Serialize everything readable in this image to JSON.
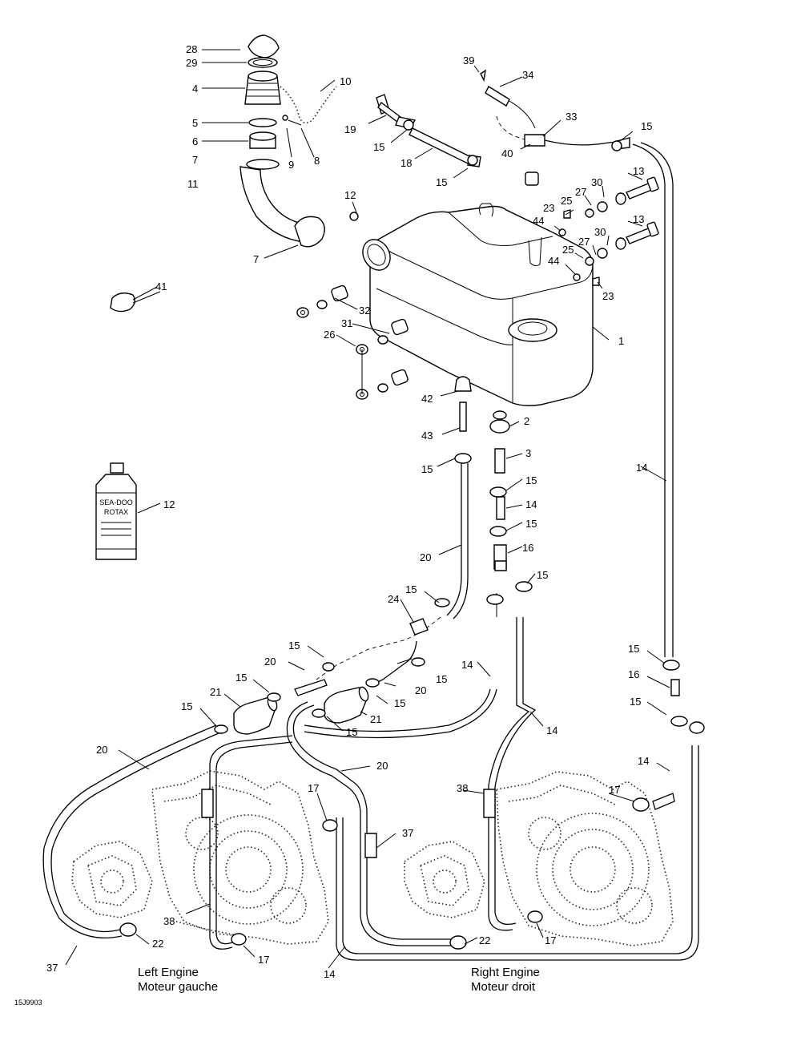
{
  "diagram": {
    "figure_ref": "15J9903",
    "engines": {
      "left": {
        "line1": "Left Engine",
        "line2": "Moteur gauche"
      },
      "right": {
        "line1": "Right Engine",
        "line2": "Moteur droit"
      }
    },
    "bottle": {
      "line1": "SEA-DOO",
      "line2": "ROTAX"
    },
    "callouts": [
      {
        "id": "c28",
        "text": "28"
      },
      {
        "id": "c29",
        "text": "29"
      },
      {
        "id": "c4",
        "text": "4"
      },
      {
        "id": "c10",
        "text": "10"
      },
      {
        "id": "c5",
        "text": "5"
      },
      {
        "id": "c6",
        "text": "6"
      },
      {
        "id": "c7a",
        "text": "7"
      },
      {
        "id": "c9",
        "text": "9"
      },
      {
        "id": "c8",
        "text": "8"
      },
      {
        "id": "c11",
        "text": "11"
      },
      {
        "id": "c7b",
        "text": "7"
      },
      {
        "id": "c12a",
        "text": "12"
      },
      {
        "id": "c41",
        "text": "41"
      },
      {
        "id": "c39",
        "text": "39"
      },
      {
        "id": "c34",
        "text": "34"
      },
      {
        "id": "c33",
        "text": "33"
      },
      {
        "id": "c15a",
        "text": "15"
      },
      {
        "id": "c19",
        "text": "19"
      },
      {
        "id": "c15b",
        "text": "15"
      },
      {
        "id": "c18",
        "text": "18"
      },
      {
        "id": "c15c",
        "text": "15"
      },
      {
        "id": "c40",
        "text": "40"
      },
      {
        "id": "c13a",
        "text": "13"
      },
      {
        "id": "c30a",
        "text": "30"
      },
      {
        "id": "c27a",
        "text": "27"
      },
      {
        "id": "c25a",
        "text": "25"
      },
      {
        "id": "c23a",
        "text": "23"
      },
      {
        "id": "c44a",
        "text": "44"
      },
      {
        "id": "c13b",
        "text": "13"
      },
      {
        "id": "c30b",
        "text": "30"
      },
      {
        "id": "c27b",
        "text": "27"
      },
      {
        "id": "c25b",
        "text": "25"
      },
      {
        "id": "c44b",
        "text": "44"
      },
      {
        "id": "c23b",
        "text": "23"
      },
      {
        "id": "c32",
        "text": "32"
      },
      {
        "id": "c31",
        "text": "31"
      },
      {
        "id": "c26",
        "text": "26"
      },
      {
        "id": "c1",
        "text": "1"
      },
      {
        "id": "c42",
        "text": "42"
      },
      {
        "id": "c43",
        "text": "43"
      },
      {
        "id": "c2",
        "text": "2"
      },
      {
        "id": "c3",
        "text": "3"
      },
      {
        "id": "c15d",
        "text": "15"
      },
      {
        "id": "c15e",
        "text": "15"
      },
      {
        "id": "c14a",
        "text": "14"
      },
      {
        "id": "c15f",
        "text": "15"
      },
      {
        "id": "c14b",
        "text": "14"
      },
      {
        "id": "c16a",
        "text": "16"
      },
      {
        "id": "c15g",
        "text": "15"
      },
      {
        "id": "c12b",
        "text": "12"
      },
      {
        "id": "c20a",
        "text": "20"
      },
      {
        "id": "c15h",
        "text": "15"
      },
      {
        "id": "c24",
        "text": "24"
      },
      {
        "id": "c15i",
        "text": "15"
      },
      {
        "id": "c20b",
        "text": "20"
      },
      {
        "id": "c15j",
        "text": "15"
      },
      {
        "id": "c14c",
        "text": "14"
      },
      {
        "id": "c15k",
        "text": "15"
      },
      {
        "id": "c20c",
        "text": "20"
      },
      {
        "id": "c21a",
        "text": "21"
      },
      {
        "id": "c15l",
        "text": "15"
      },
      {
        "id": "c15m",
        "text": "15"
      },
      {
        "id": "c21b",
        "text": "21"
      },
      {
        "id": "c15n",
        "text": "15"
      },
      {
        "id": "c14d",
        "text": "14"
      },
      {
        "id": "c15o",
        "text": "15"
      },
      {
        "id": "c16b",
        "text": "16"
      },
      {
        "id": "c15p",
        "text": "15"
      },
      {
        "id": "c20d",
        "text": "20"
      },
      {
        "id": "c20e",
        "text": "20"
      },
      {
        "id": "c14e",
        "text": "14"
      },
      {
        "id": "c17a",
        "text": "17"
      },
      {
        "id": "c38a",
        "text": "38"
      },
      {
        "id": "c17b",
        "text": "17"
      },
      {
        "id": "c37a",
        "text": "37"
      },
      {
        "id": "c22a",
        "text": "22"
      },
      {
        "id": "c38b",
        "text": "38"
      },
      {
        "id": "c17c",
        "text": "17"
      },
      {
        "id": "c37b",
        "text": "37"
      },
      {
        "id": "c14f",
        "text": "14"
      },
      {
        "id": "c22b",
        "text": "22"
      },
      {
        "id": "c17d",
        "text": "17"
      }
    ]
  }
}
